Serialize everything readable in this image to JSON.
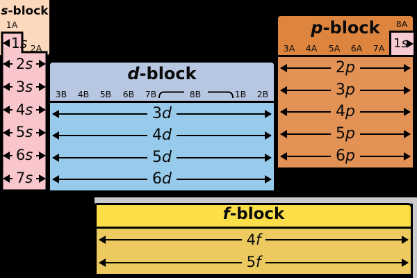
{
  "colors": {
    "background": "#000000",
    "border": "#000000",
    "gray_backdrop": "#cacacc",
    "s_backdrop": "#fcd8bc",
    "s_fill": "#f8c6cb",
    "d_header": "#b7c7e2",
    "d_body": "#97caeb",
    "p_header": "#dd853f",
    "p_body": "#e19254",
    "helium_cell_fill": "#f8cbd0",
    "f_header": "#fcde49",
    "f_body": "#ecca5f"
  },
  "s_block": {
    "title_letter": "s",
    "title_suffix": "-block",
    "group_labels": [
      "1A",
      "2A"
    ],
    "cell_1s": {
      "n": "1",
      "l": "s"
    },
    "rows": [
      {
        "n": "2",
        "l": "s"
      },
      {
        "n": "3",
        "l": "s"
      },
      {
        "n": "4",
        "l": "s"
      },
      {
        "n": "5",
        "l": "s"
      },
      {
        "n": "6",
        "l": "s"
      },
      {
        "n": "7",
        "l": "s"
      }
    ]
  },
  "d_block": {
    "title_letter": "d",
    "title_suffix": "-block",
    "group_labels_left": [
      "3B",
      "4B",
      "5B",
      "6B",
      "7B"
    ],
    "brace_label": "8B",
    "group_labels_right": [
      "1B",
      "2B"
    ],
    "rows": [
      {
        "n": "3",
        "l": "d"
      },
      {
        "n": "4",
        "l": "d"
      },
      {
        "n": "5",
        "l": "d"
      },
      {
        "n": "6",
        "l": "d"
      }
    ]
  },
  "p_block": {
    "title_letter": "p",
    "title_suffix": "-block",
    "group_labels": [
      "3A",
      "4A",
      "5A",
      "6A",
      "7A"
    ],
    "helium_group_label": "8A",
    "helium_cell": {
      "n": "1",
      "l": "s"
    },
    "rows": [
      {
        "n": "2",
        "l": "p"
      },
      {
        "n": "3",
        "l": "p"
      },
      {
        "n": "4",
        "l": "p"
      },
      {
        "n": "5",
        "l": "p"
      },
      {
        "n": "6",
        "l": "p"
      }
    ]
  },
  "f_block": {
    "title_letter": "f",
    "title_suffix": "-block",
    "rows": [
      {
        "n": "4",
        "l": "f"
      },
      {
        "n": "5",
        "l": "f"
      }
    ]
  }
}
